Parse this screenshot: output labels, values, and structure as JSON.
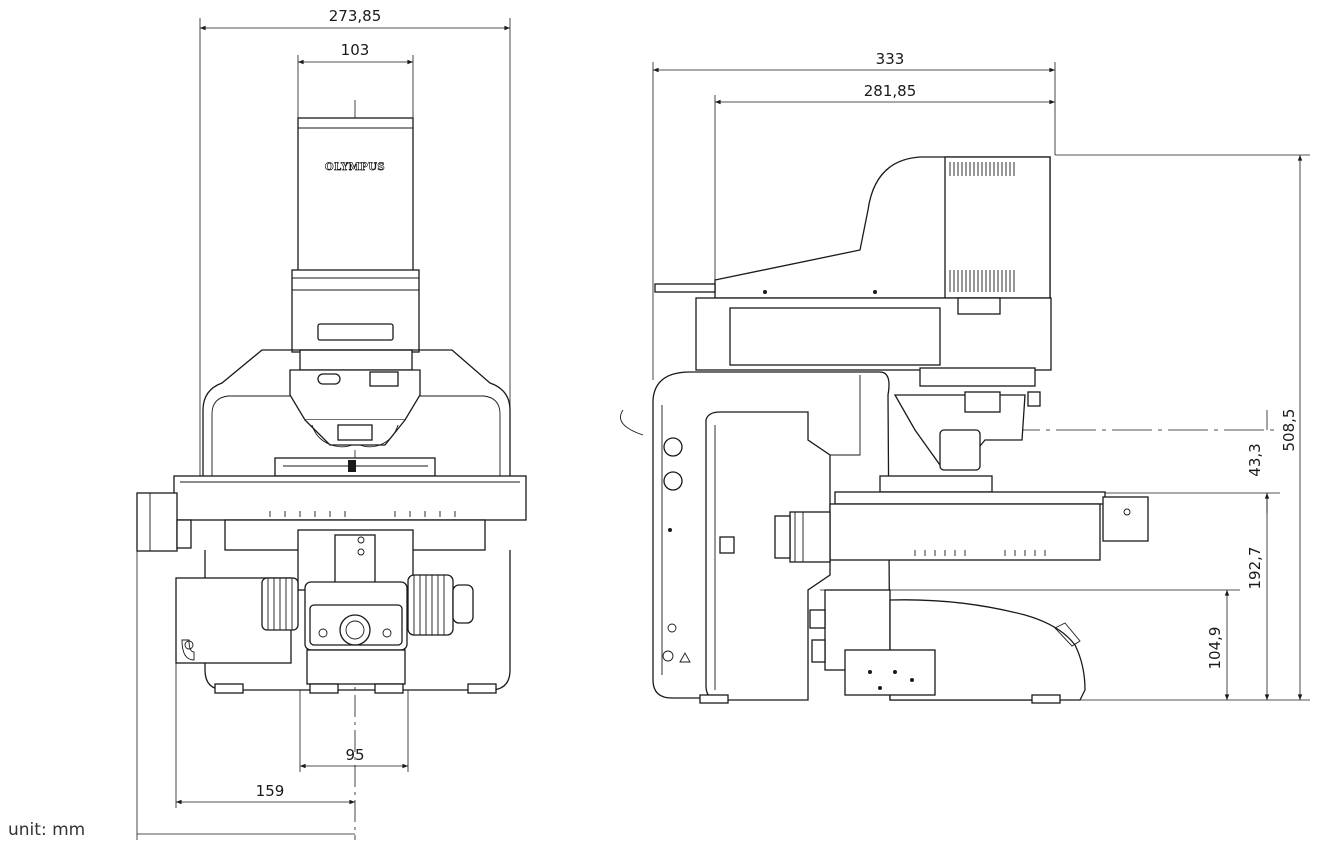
{
  "brand": "OLYMPUS",
  "unit_label": "unit: mm",
  "front_view": {
    "dimensions": {
      "overall_width": "273,85",
      "top_unit_width": "103",
      "base_width": "95",
      "center_to_left": "159"
    }
  },
  "side_view": {
    "dimensions": {
      "overall_depth": "333",
      "upper_depth": "281,85",
      "overall_height": "508,5",
      "gap_height": "43,3",
      "stage_height": "192,7",
      "base_height": "104,9"
    }
  }
}
